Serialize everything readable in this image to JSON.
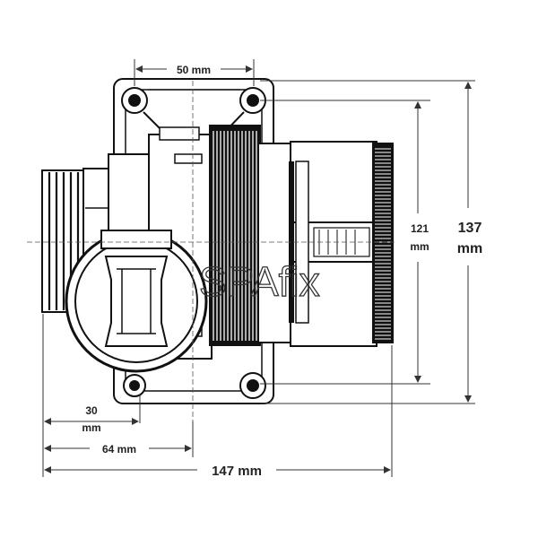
{
  "dimensions": {
    "top_width": "50 mm",
    "height_inner_value": "121",
    "height_inner_unit": "mm",
    "height_outer_value": "137",
    "height_outer_unit": "mm",
    "left_offset_value": "30",
    "left_offset_unit": "mm",
    "center_offset": "64 mm",
    "total_length": "147 mm"
  },
  "watermark": "SPAfix",
  "colors": {
    "line": "#111111",
    "dim_line": "#333333",
    "background": "#ffffff"
  }
}
